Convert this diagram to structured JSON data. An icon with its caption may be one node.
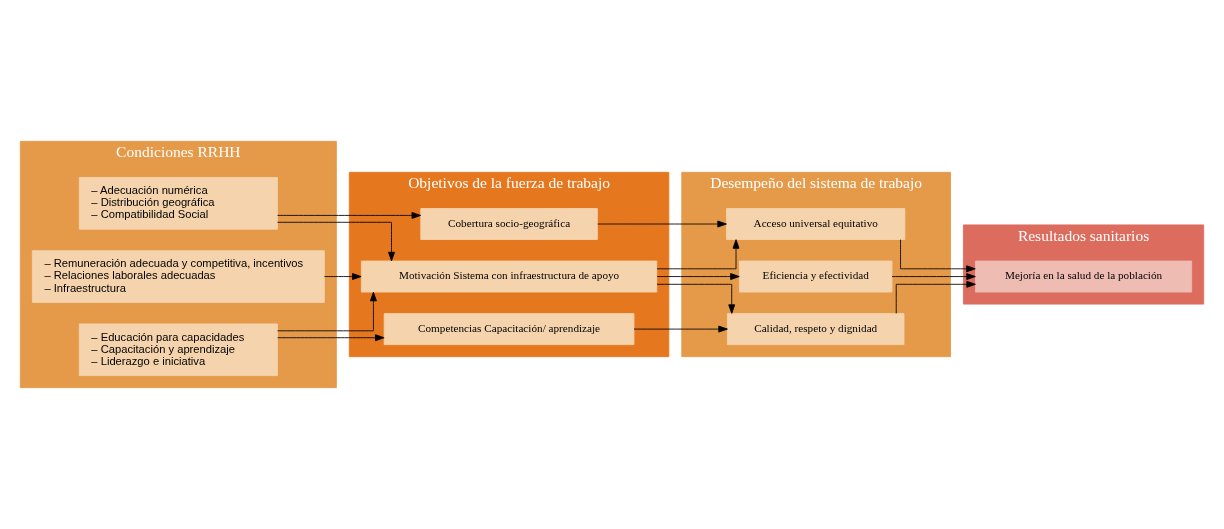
{
  "diagram": {
    "nodes": [
      {
        "text": [
          "Condiciones RRHH"
        ]
      },
      {
        "text": [
          "– Adecuación numérica",
          "– Distribución geográfica",
          "– Compatibilidad Social"
        ],
        "in": 0
      },
      {
        "text": [
          "– Remuneración adecuada y competitiva, incentivos",
          "– Relaciones laborales adecuadas",
          "– Infraestructura"
        ],
        "in": 0
      },
      {
        "text": [
          "– Educación para capacidades",
          "– Capacitación y aprendizaje",
          "– Liderazgo e iniciativa"
        ],
        "in": 0
      },
      {
        "text": [
          "Objetivos de la fuerza de trabajo"
        ]
      },
      {
        "text": [
          "Cobertura socio-geográfica"
        ],
        "in": 4
      },
      {
        "text": [
          "Motivación Sistema con infraestructura de apoyo"
        ],
        "in": 4
      },
      {
        "text": [
          "Competencias Capacitación/ aprendizaje"
        ],
        "in": 4
      },
      {
        "text": [
          "Desempeño del sistema de trabajo"
        ]
      },
      {
        "text": [
          "Acceso universal equitativo"
        ],
        "in": 8
      },
      {
        "text": [
          "Eficiencia y efectividad"
        ],
        "in": 8
      },
      {
        "text": [
          "Calidad, respeto y dignidad"
        ],
        "in": 8
      },
      {
        "text": [
          "Resultados sanitarios"
        ]
      },
      {
        "text": [
          "Mejoría en la salud de la población"
        ],
        "in": 12
      }
    ],
    "edges": [
      {
        "from": 1,
        "to": 5,
        "arrow": "to"
      },
      {
        "from": 1,
        "to": 6,
        "arrow": "to"
      },
      {
        "from": 2,
        "to": 6,
        "arrow": "to"
      },
      {
        "from": 3,
        "to": 6,
        "arrow": "to"
      },
      {
        "from": 3,
        "to": 7,
        "arrow": "to"
      },
      {
        "from": 5,
        "to": 9,
        "arrow": "to"
      },
      {
        "from": 6,
        "to": 9,
        "arrow": "to"
      },
      {
        "from": 6,
        "to": 10,
        "arrow": "to"
      },
      {
        "from": 6,
        "to": 11,
        "arrow": "to"
      },
      {
        "from": 7,
        "to": 11,
        "arrow": "to"
      },
      {
        "from": 9,
        "to": 13,
        "arrow": "to"
      },
      {
        "from": 10,
        "to": 13,
        "arrow": "to"
      },
      {
        "from": 11,
        "to": 13,
        "arrow": "to"
      }
    ]
  }
}
